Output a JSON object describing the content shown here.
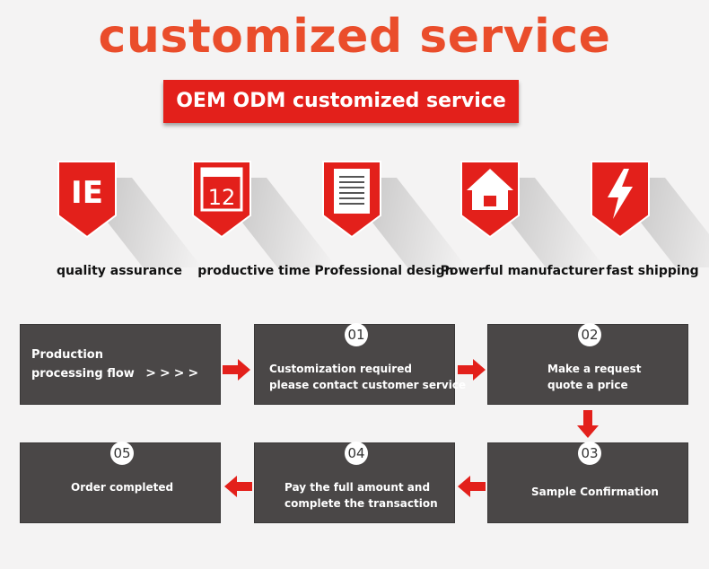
{
  "header": {
    "title": "customized service",
    "subtitle": "OEM ODM customized service"
  },
  "features": [
    {
      "label": "quality assurance",
      "icon": "quality-ie-icon",
      "glyph": "IE"
    },
    {
      "label": "productive time",
      "icon": "calendar-icon",
      "glyph": "12"
    },
    {
      "label": "Professional design",
      "icon": "document-icon"
    },
    {
      "label": "Powerful manufacturer",
      "icon": "factory-icon"
    },
    {
      "label": "fast shipping",
      "icon": "lightning-icon"
    }
  ],
  "flow": {
    "intro_line1": "Production",
    "intro_line2": "processing flow",
    "intro_arrows": ">>>>",
    "steps": [
      {
        "num": "01",
        "line1": "Customization required",
        "line2": "please contact customer service"
      },
      {
        "num": "02",
        "line1": "Make a request",
        "line2": "quote a price"
      },
      {
        "num": "03",
        "line1": "Sample Confirmation",
        "line2": ""
      },
      {
        "num": "04",
        "line1": "Pay the full amount and",
        "line2": "complete the transaction"
      },
      {
        "num": "05",
        "line1": "Order completed",
        "line2": ""
      }
    ]
  },
  "colors": {
    "accent": "#e3201b",
    "title": "#ea4d2b",
    "box": "#4a4747",
    "arrow": "#e3201b"
  }
}
